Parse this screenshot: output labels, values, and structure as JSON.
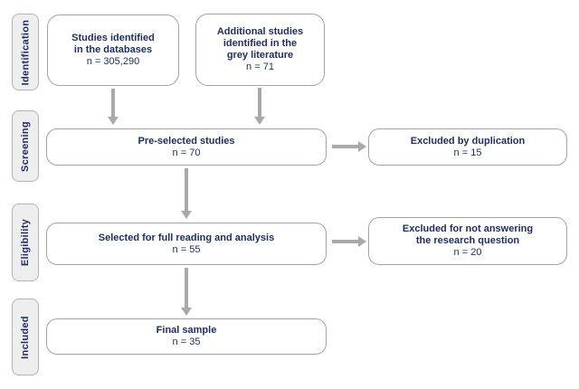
{
  "colors": {
    "text_navy": "#1e2f66",
    "box_border": "#a3a3a3",
    "pill_fill": "#eeeeee",
    "pill_border": "#b4b4b4",
    "arrow_gray": "#a9a9a9"
  },
  "stages": [
    {
      "label": "Identification"
    },
    {
      "label": "Screening"
    },
    {
      "label": "Eligibility"
    },
    {
      "label": "Included"
    }
  ],
  "boxes": [
    {
      "lines": [
        "Studies identified",
        "in the databases"
      ],
      "count": "n = 305,290"
    },
    {
      "lines": [
        "Additional studies",
        "identified in the",
        "grey literature"
      ],
      "count": "n = 71"
    },
    {
      "lines": [
        "Pre-selected studies"
      ],
      "count": "n = 70"
    },
    {
      "lines": [
        "Excluded by duplication"
      ],
      "count": "n = 15"
    },
    {
      "lines": [
        "Selected for full reading and analysis"
      ],
      "count": "n = 55"
    },
    {
      "lines": [
        "Excluded for not answering",
        "the research question"
      ],
      "count": "n = 20"
    },
    {
      "lines": [
        "Final sample"
      ],
      "count": "n = 35"
    }
  ]
}
